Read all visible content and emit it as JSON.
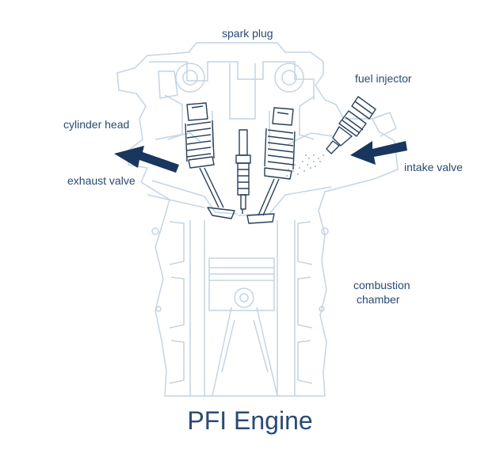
{
  "labels": {
    "spark_plug": "spark plug",
    "fuel_injector": "fuel injector",
    "cylinder_head": "cylinder head",
    "exhaust_valve": "exhaust valve",
    "intake_valve": "intake valve",
    "combustion_chamber_line1": "combustion",
    "combustion_chamber_line2": "chamber"
  },
  "title": "PFI Engine",
  "colors": {
    "outline": "#c4d4e4",
    "detail": "#2a3f5a",
    "arrow": "#18365e",
    "text": "#2a4a72"
  }
}
